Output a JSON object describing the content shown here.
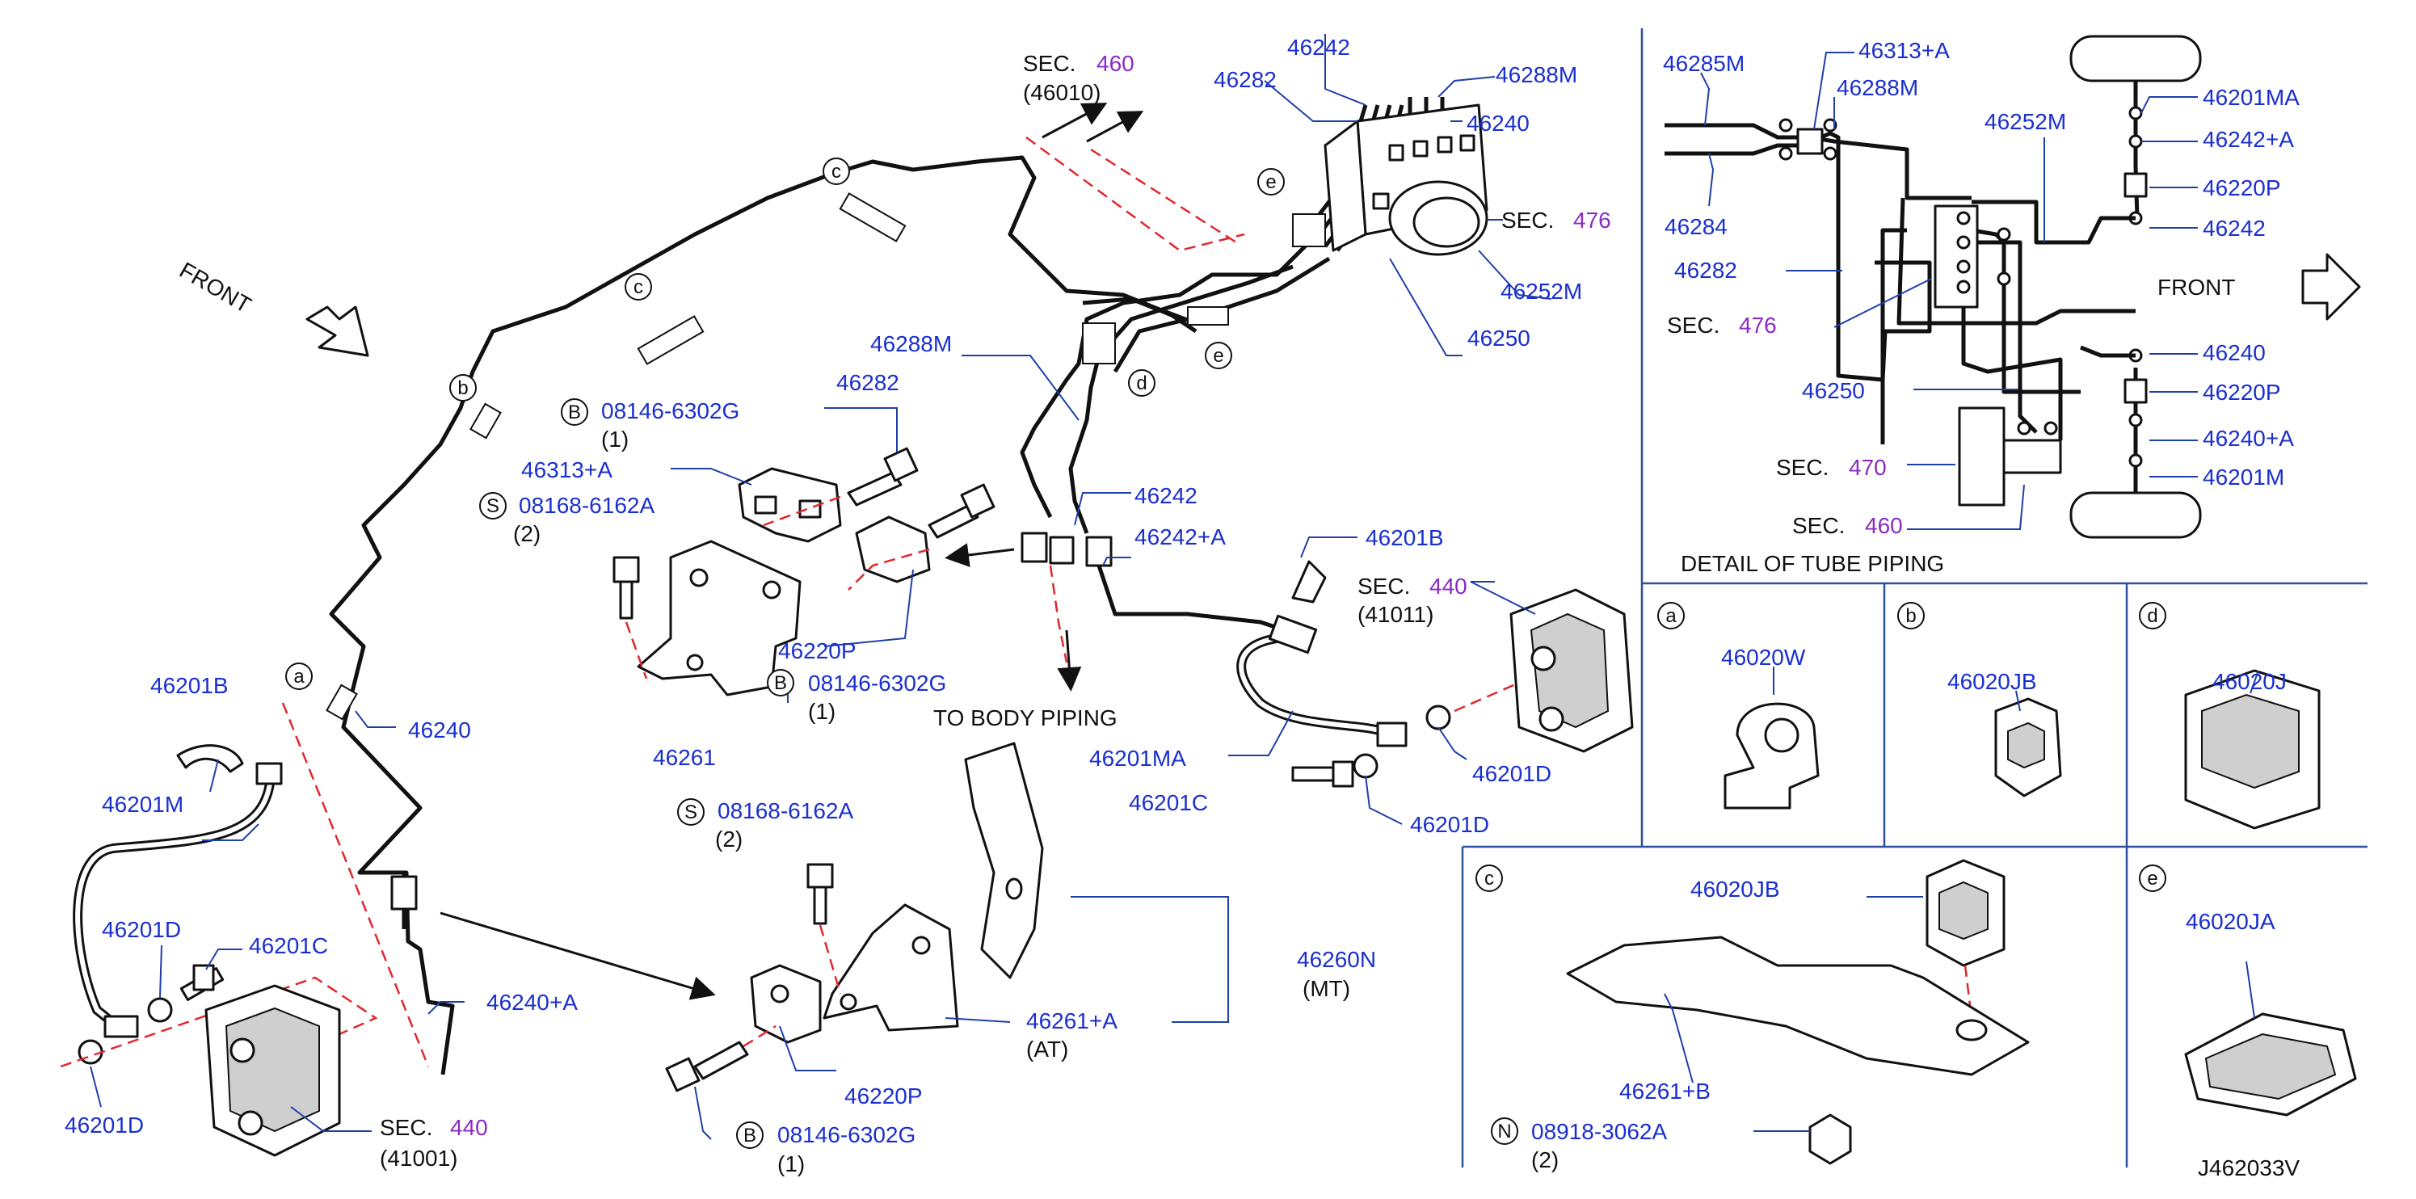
{
  "diagram_id": "J462033V",
  "colors": {
    "part_number": "#1a2fd0",
    "section_number": "#8a2bc4",
    "leader": "#1f3fa8",
    "phantom_line": "#e0282c",
    "panel_border": "#2c4f9e"
  },
  "labels": {
    "front_main": "FRONT",
    "front_detail": "FRONT",
    "detail_title": "DETAIL   OF   TUBE   PIPING",
    "to_body_piping": "TO   BODY   PIPING",
    "sec": "SEC.",
    "sec460": "460",
    "sec460_sub": "(46010)",
    "sec476": "476",
    "sec440_r": "440",
    "sec440_r_sub": "(41011)",
    "sec440_l": "440",
    "sec440_l_sub": "(41001)",
    "sec476_d": "476",
    "sec470_d": "470",
    "sec460_d": "460",
    "p46242_top": "46242",
    "p46288M_top": "46288M",
    "p46282_top": "46282",
    "p46240_top": "46240",
    "p46252M": "46252M",
    "p46250": "46250",
    "p46288M_mid": "46288M",
    "p46282_mid": "46282",
    "bolt_b1": "08146-6302G",
    "bolt_b1_qty": "(1)",
    "p46313A": "46313+A",
    "bolt_s1": "08168-6162A",
    "bolt_s1_qty": "(2)",
    "p46242_mid": "46242",
    "p46242A_mid": "46242+A",
    "p46220P_mid": "46220P",
    "bolt_b2": "08146-6302G",
    "bolt_b2_qty": "(1)",
    "p46261": "46261",
    "p46201B_r": "46201B",
    "p46201MA": "46201MA",
    "p46201C_r": "46201C",
    "p46201D_r1": "46201D",
    "p46201D_r2": "46201D",
    "p46201B_l": "46201B",
    "p46201M": "46201M",
    "p46201D_l1": "46201D",
    "p46201C_l": "46201C",
    "p46201D_l2": "46201D",
    "p46240_l": "46240",
    "p46240A_l": "46240+A",
    "bolt_s2": "08168-6162A",
    "bolt_s2_qty": "(2)",
    "p46260N": "46260N",
    "p46260N_sub": "(MT)",
    "p46261A": "46261+A",
    "p46261A_sub": "(AT)",
    "p46220P_low": "46220P",
    "bolt_b3": "08146-6302G",
    "bolt_b3_qty": "(1)",
    "d46285M": "46285M",
    "d46313A": "46313+A",
    "d46288M": "46288M",
    "d46252M": "46252M",
    "d46284": "46284",
    "d46282": "46282",
    "d46201MA": "46201MA",
    "d46242A": "46242+A",
    "d46220P_1": "46220P",
    "d46242": "46242",
    "d46240": "46240",
    "d46220P_2": "46220P",
    "d46240A": "46240+A",
    "d46201M": "46201M",
    "d46250": "46250",
    "clip_a": "46020W",
    "clip_b": "46020JB",
    "clip_d": "46020J",
    "clip_c": "46020JB",
    "p46261B": "46261+B",
    "nut_n": "08918-3062A",
    "nut_n_qty": "(2)",
    "clip_e": "46020JA"
  },
  "callouts": {
    "a": "a",
    "b": "b",
    "c": "c",
    "d": "d",
    "e": "e",
    "B": "B",
    "S": "S",
    "N": "N"
  }
}
